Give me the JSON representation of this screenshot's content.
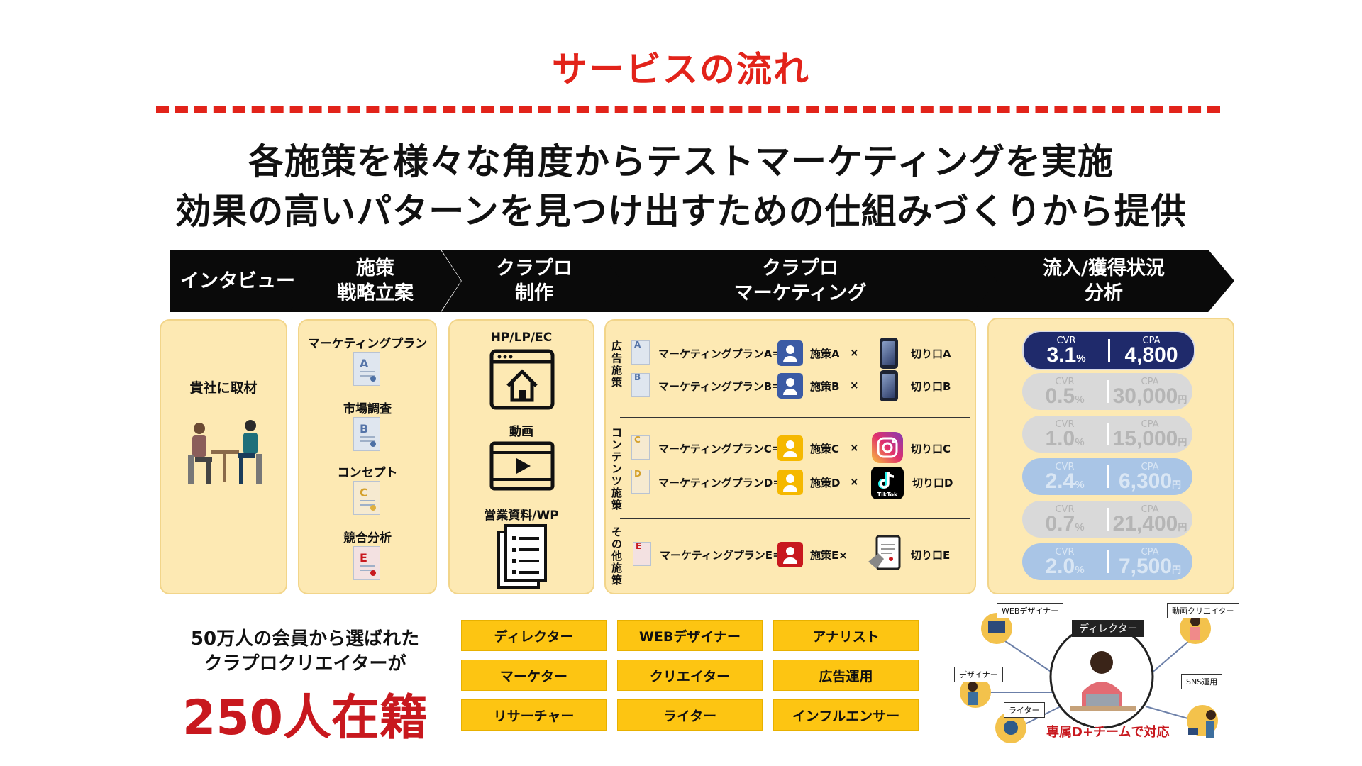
{
  "title": "サービスの流れ",
  "headline": {
    "line1": "各施策を様々な角度からテストマーケティングを実施",
    "line2": "効果の高いパターンを見つけ出すための仕組みづくりから提供"
  },
  "steps": [
    {
      "line1": "インタビュー",
      "line2": ""
    },
    {
      "line1": "施策",
      "line2": "戦略立案"
    },
    {
      "line1": "クラプロ",
      "line2": "制作"
    },
    {
      "line1": "クラプロ",
      "line2": "マーケティング"
    },
    {
      "line1": "流入/獲得状況",
      "line2": "分析"
    }
  ],
  "interview": {
    "label": "貴社に取材"
  },
  "strategy": {
    "items": [
      {
        "label": "マーケティングプラン",
        "letter": "A"
      },
      {
        "label": "市場調査",
        "letter": "B"
      },
      {
        "label": "コンセプト",
        "letter": "C"
      },
      {
        "label": "競合分析",
        "letter": "E"
      }
    ]
  },
  "production": {
    "items": [
      {
        "label": "HP/LP/EC",
        "icon": "home-icon"
      },
      {
        "label": "動画",
        "icon": "video-icon"
      },
      {
        "label": "営業資料/WP",
        "icon": "document-icon"
      }
    ]
  },
  "marketing": {
    "groups": [
      {
        "label": "広告施策",
        "rows": [
          {
            "letter": "A",
            "plan": "マーケティングプランA＝",
            "measure": "施策A",
            "times": "×",
            "channel": "切り口A",
            "person_color": "#3b5ba5"
          },
          {
            "letter": "B",
            "plan": "マーケティングプランB＝",
            "measure": "施策B",
            "times": "×",
            "channel": "切り口B",
            "person_color": "#3b5ba5"
          }
        ]
      },
      {
        "label": "コンテンツ施策",
        "rows": [
          {
            "letter": "C",
            "plan": "マーケティングプランC＝",
            "measure": "施策C",
            "times": "×",
            "channel": "切り口C",
            "person_color": "#f5b800"
          },
          {
            "letter": "D",
            "plan": "マーケティングプランD＝",
            "measure": "施策D",
            "times": "×",
            "channel": "切り口D",
            "person_color": "#f5b800",
            "badge": "TikTok"
          }
        ]
      },
      {
        "label": "その他施策",
        "rows": [
          {
            "letter": "E",
            "plan": "マーケティングプランE＝",
            "measure": "施策E×",
            "times": "",
            "channel": "切り口E",
            "person_color": "#c8181e"
          }
        ]
      }
    ]
  },
  "analysis": {
    "label_a": "CVR",
    "label_b": "CPA",
    "unit_pct": "%",
    "unit_yen": "円",
    "rows": [
      {
        "cvr": "3.1",
        "cpa": "4,800",
        "style": "highlight",
        "show_yen": false
      },
      {
        "cvr": "0.5",
        "cpa": "30,000",
        "style": "gray",
        "show_yen": true
      },
      {
        "cvr": "1.0",
        "cpa": "15,000",
        "style": "gray",
        "show_yen": true
      },
      {
        "cvr": "2.4",
        "cpa": "6,300",
        "style": "blue",
        "show_yen": true
      },
      {
        "cvr": "0.7",
        "cpa": "21,400",
        "style": "gray",
        "show_yen": true
      },
      {
        "cvr": "2.0",
        "cpa": "7,500",
        "style": "blue",
        "show_yen": true
      }
    ]
  },
  "creators": {
    "line1": "50万人の会員から選ばれた",
    "line2": "クラプロクリエイターが",
    "count": "250人在籍"
  },
  "roles": [
    "ディレクター",
    "WEBデザイナー",
    "アナリスト",
    "マーケター",
    "クリエイター",
    "広告運用",
    "リサーチャー",
    "ライター",
    "インフルエンサー"
  ],
  "team": {
    "center": "ディレクター",
    "members": [
      "WEBデザイナー",
      "動画クリエイター",
      "デザイナー",
      "ライター",
      "SNS運用"
    ],
    "caption": "専属D+チームで対応"
  },
  "colors": {
    "accent": "#e2231a",
    "navy": "#1f2a6b",
    "gold": "#fdc512",
    "panel": "#fde9b3"
  }
}
